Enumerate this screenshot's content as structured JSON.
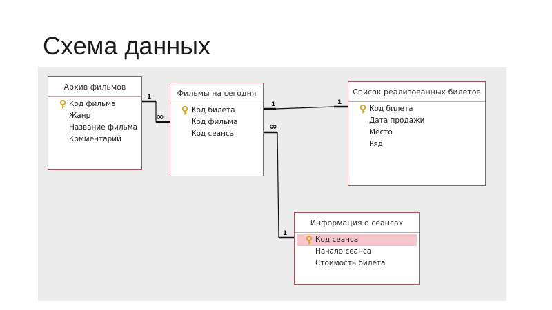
{
  "slide": {
    "title": "Схема данных"
  },
  "tables": {
    "archive": {
      "title": "Архив фильмов",
      "fields": [
        {
          "name": "Код фильма",
          "key": true
        },
        {
          "name": "Жанр",
          "key": false
        },
        {
          "name": "Название фильма",
          "key": false
        },
        {
          "name": "Комментарий",
          "key": false
        }
      ]
    },
    "today": {
      "title": "Фильмы на сегодня",
      "fields": [
        {
          "name": "Код билета",
          "key": true
        },
        {
          "name": "Код фильма",
          "key": false
        },
        {
          "name": "Код сеанса",
          "key": false
        }
      ]
    },
    "sold": {
      "title": "Список реализованных билетов",
      "fields": [
        {
          "name": "Код билета",
          "key": true
        },
        {
          "name": "Дата продажи",
          "key": false
        },
        {
          "name": "Место",
          "key": false
        },
        {
          "name": "Ряд",
          "key": false
        }
      ]
    },
    "sessions": {
      "title": "Информация о сеансах",
      "fields": [
        {
          "name": "Код сеанса",
          "key": true,
          "selected": true
        },
        {
          "name": "Начало сеанса",
          "key": false
        },
        {
          "name": "Стоимость билета",
          "key": false
        }
      ]
    }
  },
  "relationships": {
    "archive_today": {
      "one": "1",
      "many": "∞"
    },
    "today_sold": {
      "one_left": "1",
      "one_right": "1"
    },
    "today_sessions": {
      "many": "∞",
      "one": "1"
    }
  },
  "colors": {
    "table_border": "#a4565f",
    "canvas": "#ececec",
    "selected_row": "#f5c6cb",
    "key_icon": "#d9a21b"
  }
}
